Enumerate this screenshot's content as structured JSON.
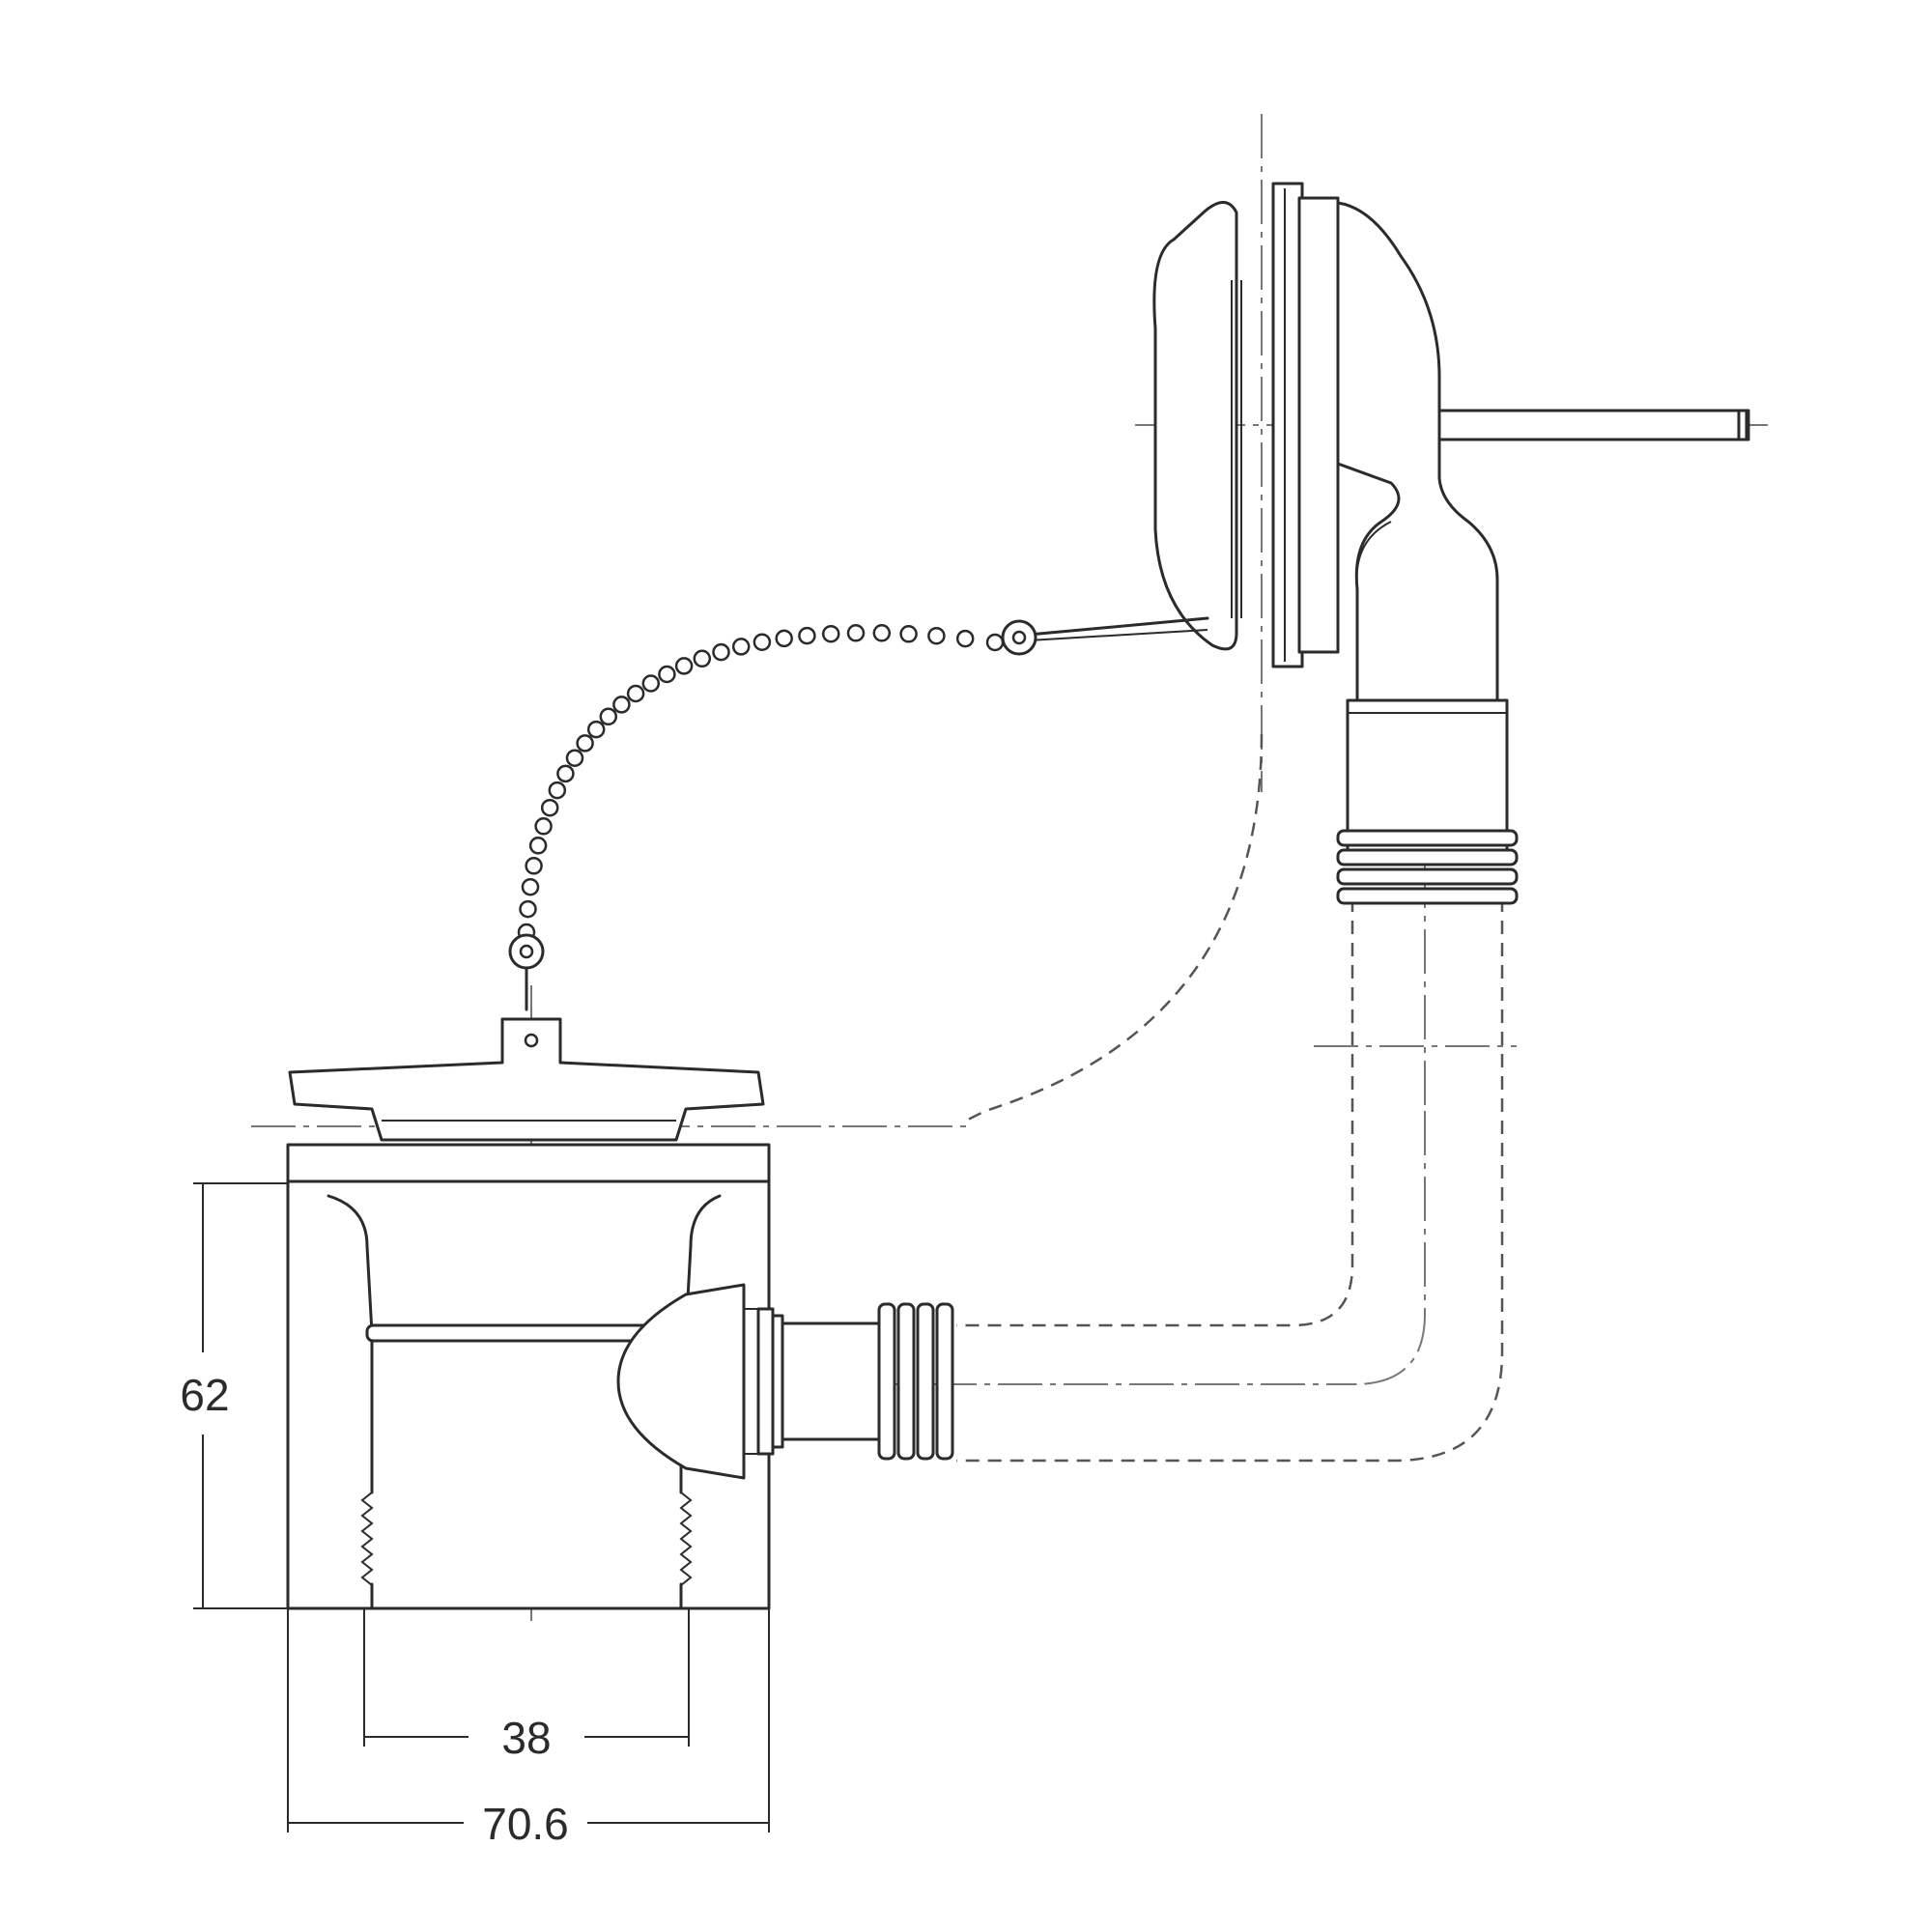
{
  "dimensions": {
    "height": "62",
    "inner_diameter": "38",
    "outer_diameter": "70.6"
  }
}
